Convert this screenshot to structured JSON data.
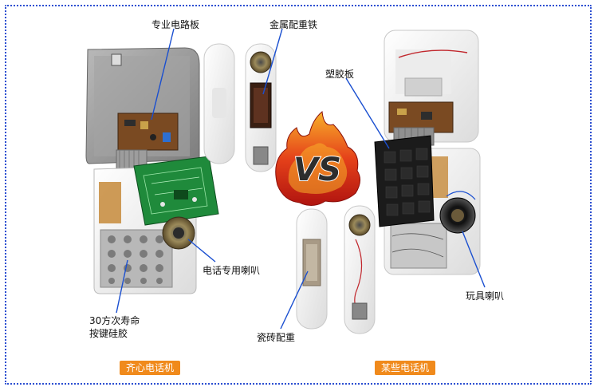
{
  "labels": {
    "pro_circuit_board": "专业电路板",
    "metal_counterweight": "金属配重铁",
    "plastic_board": "塑胶板",
    "phone_speaker": "电话专用喇叭",
    "silicone_keys_line1": "30方次寿命",
    "silicone_keys_line2": "按键硅胶",
    "ceramic_weight": "瓷砖配重",
    "toy_speaker": "玩具喇叭"
  },
  "badges": {
    "left_brand": "齐心电话机",
    "right_brand": "某些电话机"
  },
  "vs_text": "VS",
  "colors": {
    "border": "#2c4fd1",
    "badge_bg": "#f08a1c",
    "pcb_green": "#1f8a3b",
    "pcb_brown": "#7a4a22",
    "shell_grey": "#9a9a9a",
    "shell_white": "#f2f2f2",
    "flame_red": "#d8261c",
    "flame_orange": "#f7a21a"
  }
}
